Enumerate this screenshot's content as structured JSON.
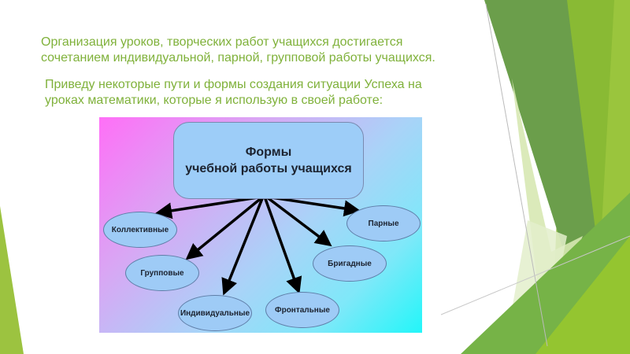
{
  "slide": {
    "paragraphs": [
      {
        "lines": [
          "Организация уроков, творческих работ учащихся достигается",
          "сочетанием индивидуальной, парной, групповой работы учащихся."
        ]
      },
      {
        "lines": [
          "Приведу некоторые пути и формы создания ситуации Успеха на",
          "уроках математики, которые я использую в своей работе:"
        ]
      }
    ],
    "text_color": "#7fb13a"
  },
  "diagram": {
    "root": {
      "line1": "Формы",
      "line2": "учебной работы учащихся"
    },
    "nodes": [
      {
        "label": "Коллективные"
      },
      {
        "label": "Групповые"
      },
      {
        "label": "Индивидуальные"
      },
      {
        "label": "Фронтальные"
      },
      {
        "label": "Бригадные"
      },
      {
        "label": "Парные"
      }
    ]
  },
  "theme": {
    "green_dark": "#6a9c45",
    "green_mid": "#8bb935",
    "green_light": "#9cc83a",
    "green_pale": "#d7e8b3"
  }
}
